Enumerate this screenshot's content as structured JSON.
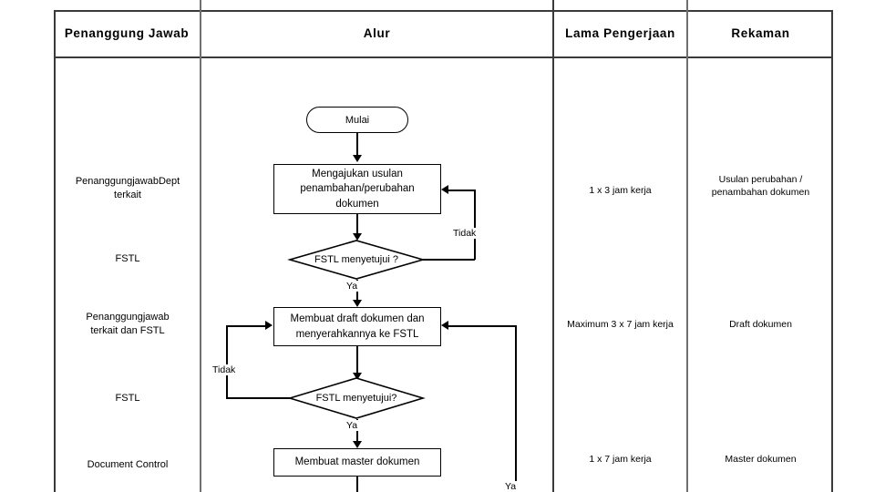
{
  "table": {
    "headers": [
      {
        "label": "Penanggung Jawab"
      },
      {
        "label": "Alur"
      },
      {
        "label": "Lama Pengerjaan"
      },
      {
        "label": "Rekaman"
      }
    ]
  },
  "rows": [
    {
      "responsible": "PenanggungjawabDept\nterkait",
      "duration": "1 x  3 jam kerja",
      "record": "Usulan perubahan /\npenambahan dokumen"
    },
    {
      "responsible": "FSTL",
      "duration": "",
      "record": ""
    },
    {
      "responsible": "Penanggungjawab\nterkait dan FSTL",
      "duration": "Maximum 3 x  7 jam kerja",
      "record": "Draft dokumen"
    },
    {
      "responsible": "FSTL",
      "duration": "",
      "record": ""
    },
    {
      "responsible": "Document Control",
      "duration": "1 x 7 jam kerja",
      "record": "Master dokumen"
    }
  ],
  "flow": {
    "start": {
      "label": "Mulai",
      "shape": "terminator"
    },
    "nodes": [
      {
        "id": "p1",
        "label": "Mengajukan usulan\npenambahan/perubahan\ndokumen",
        "shape": "process"
      },
      {
        "id": "d1",
        "label": "FSTL menyetujui ?",
        "shape": "decision"
      },
      {
        "id": "p2",
        "label": "Membuat draft dokumen dan\nmenyerahkannya ke FSTL",
        "shape": "process"
      },
      {
        "id": "d2",
        "label": "FSTL menyetujui?",
        "shape": "decision"
      },
      {
        "id": "p3",
        "label": "Membuat master dokumen",
        "shape": "process"
      }
    ],
    "edge_labels": {
      "no_1": "Tidak",
      "yes_1": "Ya",
      "no_2": "Tidak",
      "yes_2": "Ya",
      "yes_3": "Ya"
    }
  },
  "colors": {
    "frame": "#3a3a3a",
    "divider": "#6f6f6f",
    "stroke": "#000000",
    "background": "#ffffff"
  }
}
